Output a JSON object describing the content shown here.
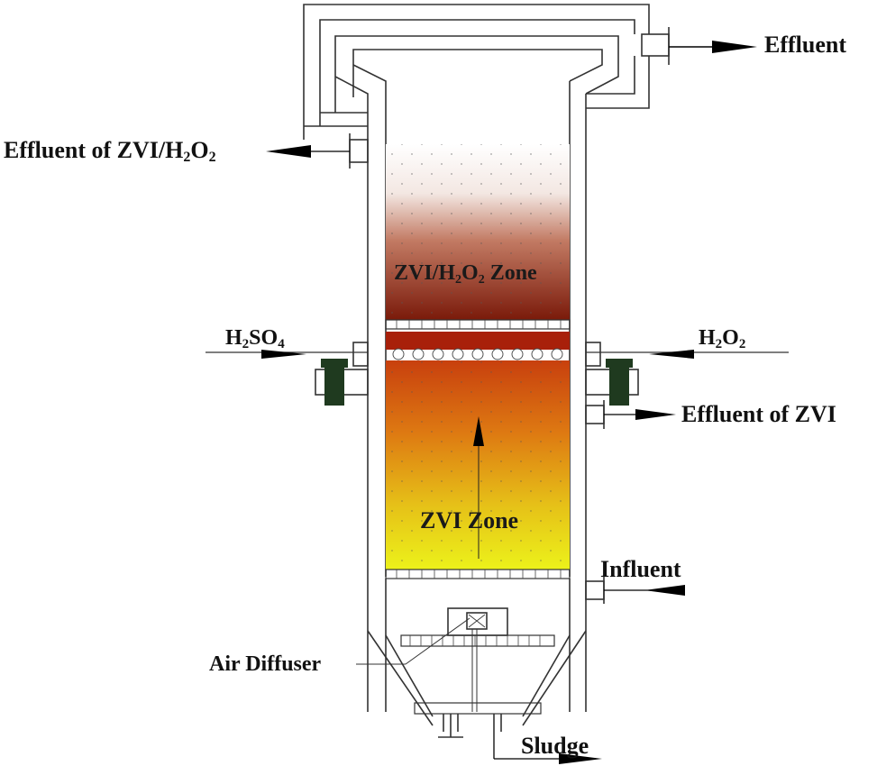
{
  "labels": {
    "effluent": "Effluent",
    "effluent_zvi_h2o2_prefix": "Effluent of ZVI/H",
    "effluent_zvi_h2o2_sub1": "2",
    "effluent_zvi_h2o2_mid": "O",
    "effluent_zvi_h2o2_sub2": "2",
    "h2so4_h": "H",
    "h2so4_sub1": "2",
    "h2so4_so": "SO",
    "h2so4_sub2": "4",
    "h2o2_h": "H",
    "h2o2_sub1": "2",
    "h2o2_o": "O",
    "h2o2_sub2": "2",
    "effluent_zvi": "Effluent of ZVI",
    "influent": "Influent",
    "air_diffuser": "Air Diffuser",
    "sludge": "Sludge"
  },
  "zones": {
    "upper_prefix": "ZVI/H",
    "upper_sub1": "2",
    "upper_mid": "O",
    "upper_sub2": "2",
    "upper_suffix": " Zone",
    "lower": "ZVI Zone"
  },
  "colors": {
    "upper_zone_top": "#ffffff",
    "upper_zone_bottom": "#7a1a0a",
    "lower_zone_top": "#c8400e",
    "lower_zone_bottom": "#ecf21a",
    "bolt": "#1f3a1f"
  }
}
